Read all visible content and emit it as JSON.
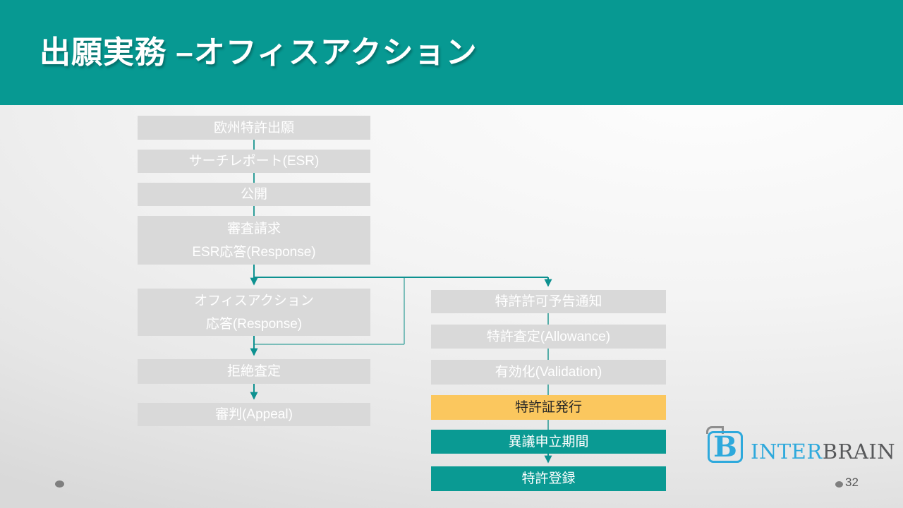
{
  "slide": {
    "title": "出願実務 –オフィスアクション",
    "page_number": "32"
  },
  "flow": {
    "left": [
      {
        "lines": [
          "欧州特許出願"
        ]
      },
      {
        "lines": [
          "サーチレポート(ESR)"
        ]
      },
      {
        "lines": [
          "公開"
        ]
      },
      {
        "lines": [
          "審査請求",
          "ESR応答(Response)"
        ]
      },
      {
        "lines": [
          "オフィスアクション",
          "応答(Response)"
        ]
      },
      {
        "lines": [
          "拒絶査定"
        ]
      },
      {
        "lines": [
          "審判(Appeal)"
        ]
      }
    ],
    "right": [
      {
        "lines": [
          "特許許可予告通知"
        ]
      },
      {
        "lines": [
          "特許査定(Allowance)"
        ]
      },
      {
        "lines": [
          "有効化(Validation)"
        ]
      },
      {
        "lines": [
          "特許証発行"
        ]
      },
      {
        "lines": [
          "異議申立期間"
        ]
      },
      {
        "lines": [
          "特許登録"
        ]
      }
    ]
  },
  "logo": {
    "icon_letter": "B",
    "text_inter": "INTER",
    "text_brain": "BRAIN"
  },
  "colors": {
    "header_teal": "#079992",
    "box_gray": "#d9d9d9",
    "box_yellow": "#fbc75e",
    "box_teal": "#0a9a93",
    "connector_teal": "#0d9190",
    "logo_blue": "#2ea9dc",
    "logo_dark_gray": "#58595b"
  }
}
